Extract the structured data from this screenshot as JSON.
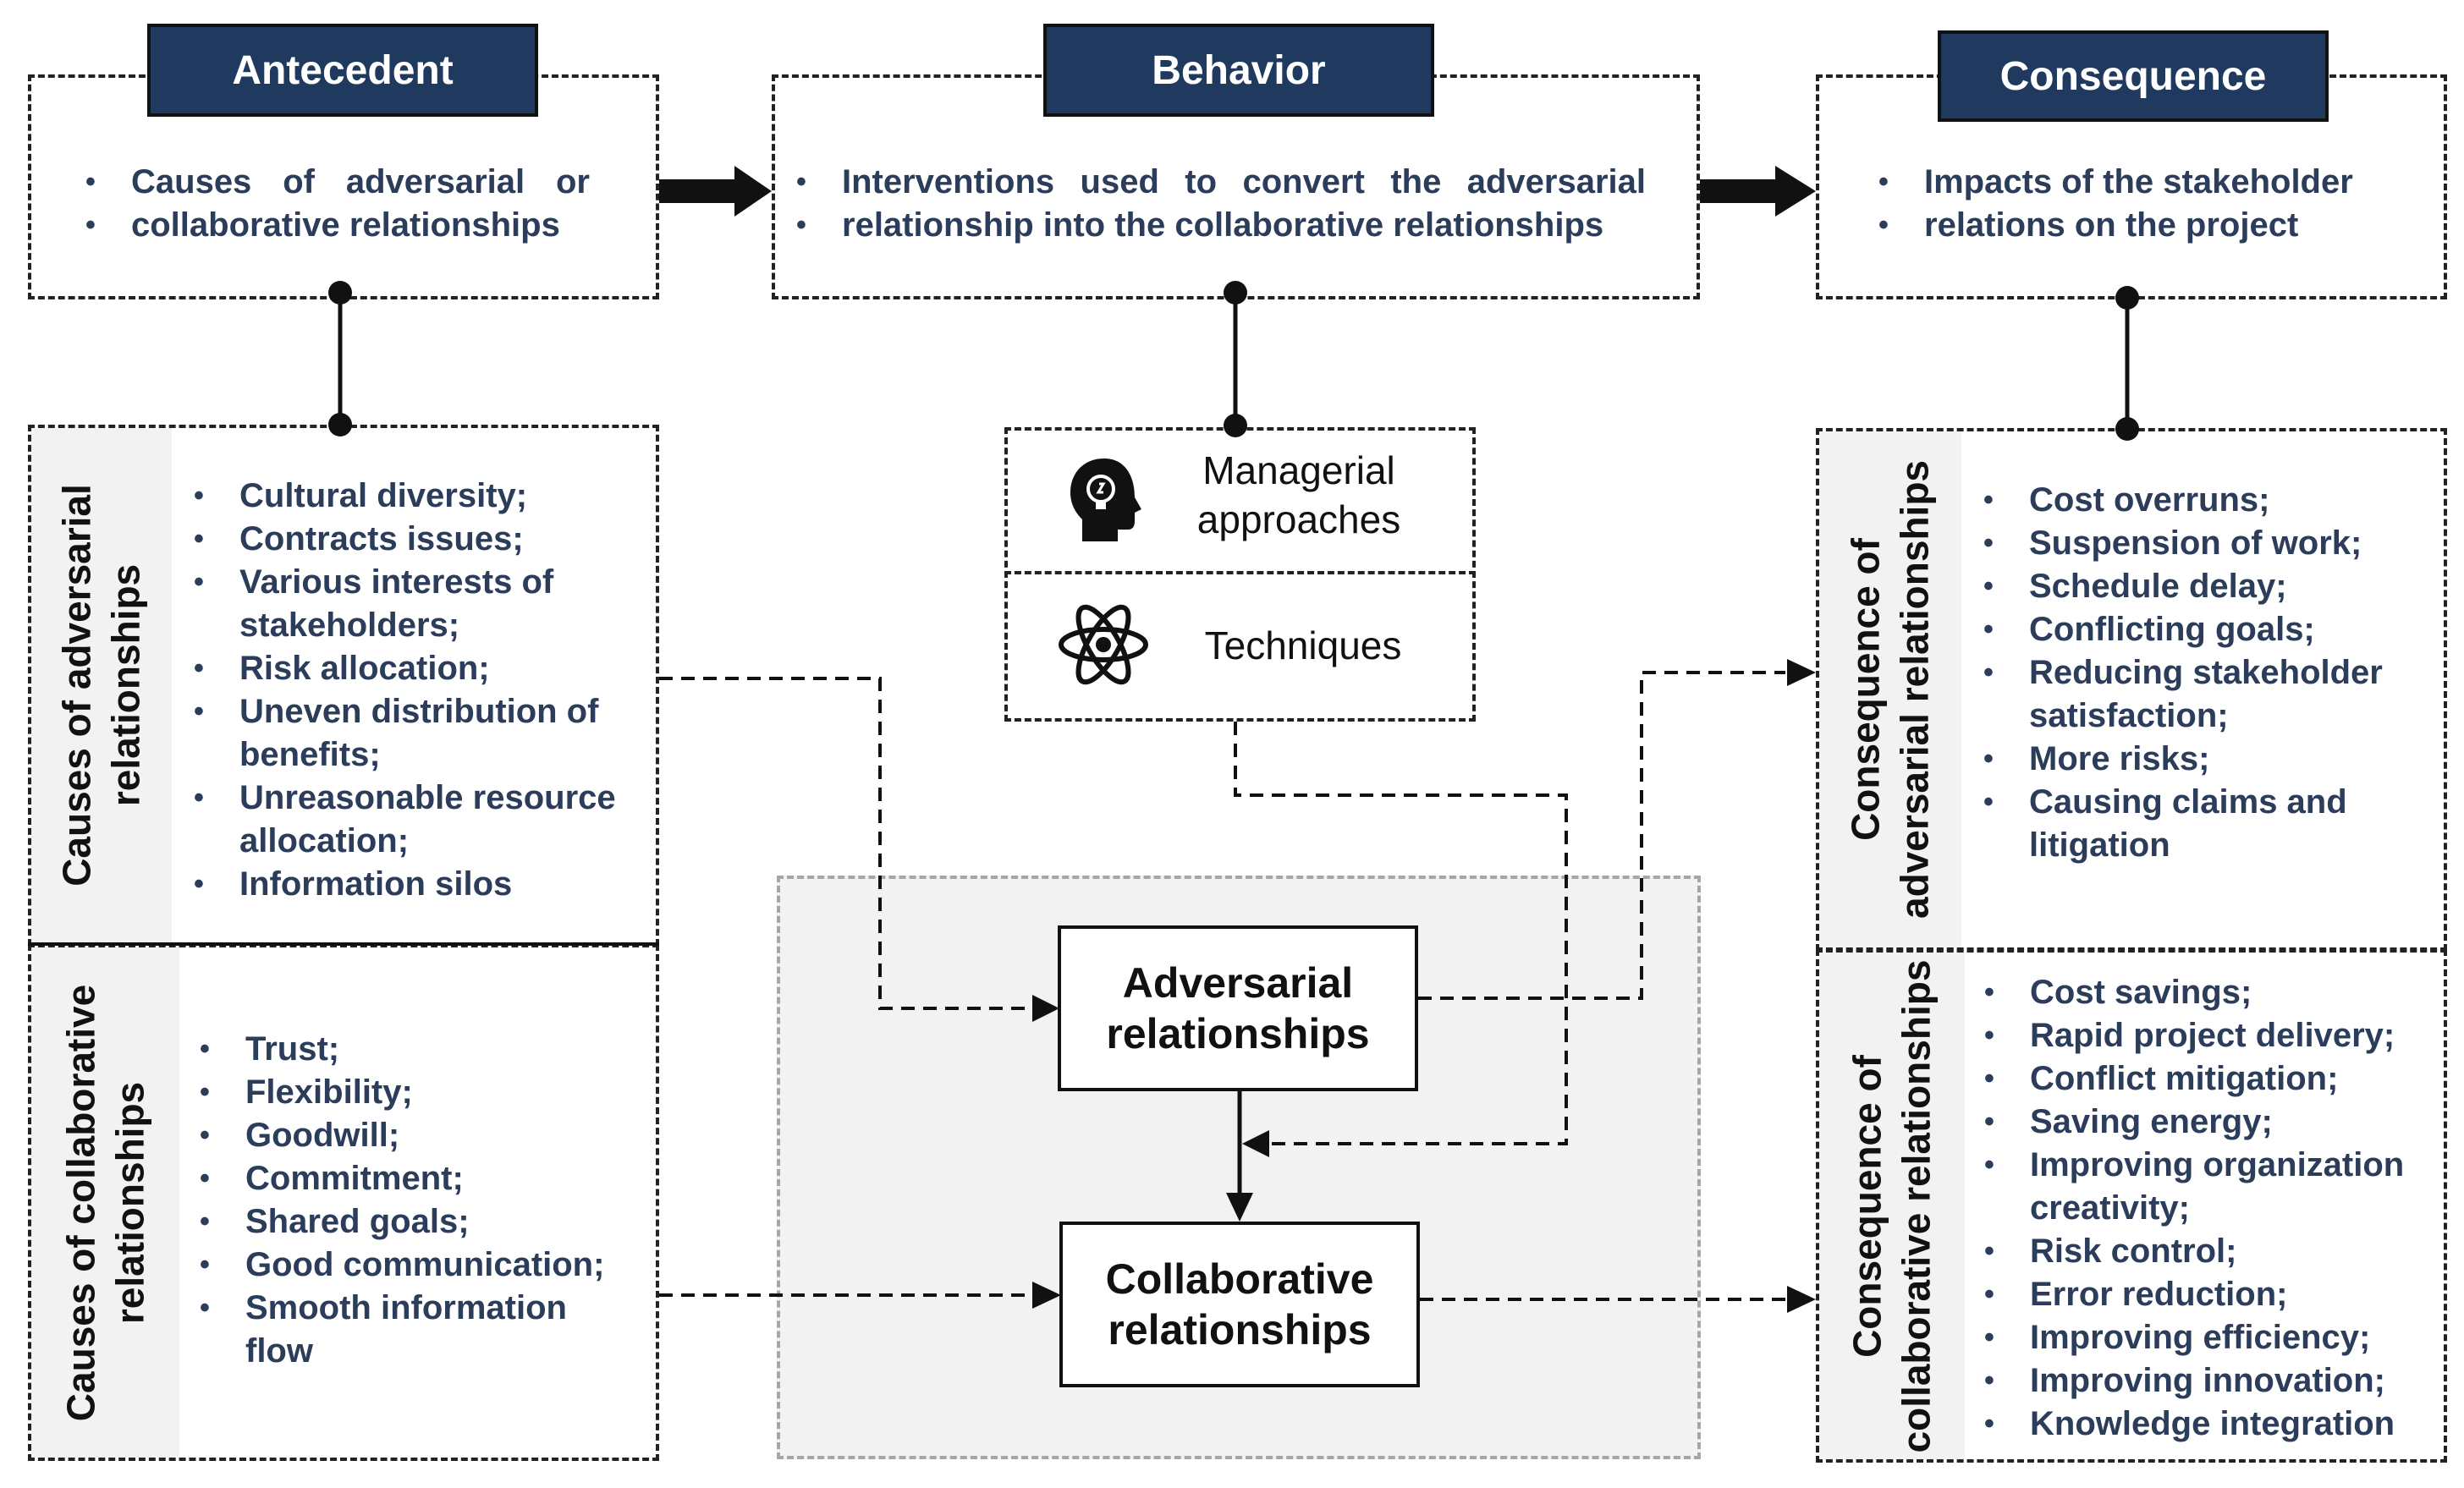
{
  "antecedent": {
    "header": "Antecedent",
    "line1": "Causes of adversarial or",
    "line2": "collaborative relationships"
  },
  "behavior": {
    "header": "Behavior",
    "line1": "Interventions used to convert the adversarial",
    "line2": "relationship into the collaborative relationships",
    "approaches": [
      {
        "icon": "head-lightbulb-icon",
        "line1": "Managerial",
        "line2": "approaches"
      },
      {
        "icon": "atom-icon",
        "label": "Techniques"
      }
    ]
  },
  "consequence": {
    "header": "Consequence",
    "line1": "Impacts of the stakeholder",
    "line2": "relations on the project"
  },
  "causes_adversarial": {
    "title_line1": "Causes of adversarial",
    "title_line2": "relationships",
    "items": [
      "Cultural diversity;",
      "Contracts issues;",
      "Various interests of",
      "stakeholders;",
      "Risk allocation;",
      "Uneven distribution of",
      "benefits;",
      "Unreasonable resource",
      "allocation;",
      "Information silos"
    ]
  },
  "causes_collaborative": {
    "title_line1": "Causes of collaborative",
    "title_line2": "relationships",
    "items": [
      "Trust;",
      "Flexibility;",
      "Goodwill;",
      "Commitment;",
      "Shared goals;",
      "Good communication;",
      "Smooth information",
      "flow"
    ]
  },
  "center": {
    "adversarial_line1": "Adversarial",
    "adversarial_line2": "relationships",
    "collaborative_line1": "Collaborative",
    "collaborative_line2": "relationships"
  },
  "consequence_adversarial": {
    "title_line1": "Consequence of",
    "title_line2": "adversarial relationships",
    "items": [
      "Cost overruns;",
      "Suspension of work;",
      "Schedule delay;",
      "Conflicting goals;",
      "Reducing stakeholder",
      "satisfaction;",
      "More risks;",
      "Causing claims and",
      "litigation"
    ]
  },
  "consequence_collaborative": {
    "title_line1": "Consequence of",
    "title_line2": "collaborative relationships",
    "items": [
      "Cost savings;",
      "Rapid project delivery;",
      "Conflict mitigation;",
      "Saving energy;",
      "Improving organization",
      "creativity;",
      "Risk control;",
      "Error reduction;",
      "Improving efficiency;",
      "Improving innovation;",
      "Knowledge integration"
    ]
  }
}
